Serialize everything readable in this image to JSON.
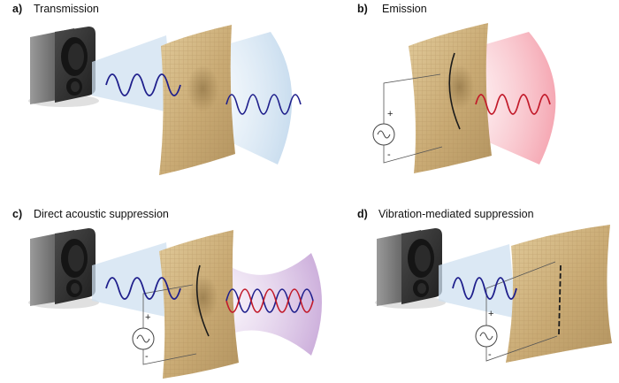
{
  "panels": [
    {
      "letter": "a)",
      "title": "Transmission"
    },
    {
      "letter": "b)",
      "title": "Emission"
    },
    {
      "letter": "c)",
      "title": "Direct acoustic suppression"
    },
    {
      "letter": "d)",
      "title": "Vibration-mediated suppression"
    }
  ],
  "symbols": {
    "plus": "+",
    "minus": "-"
  },
  "colors": {
    "incident_wave": "#1f1f8c",
    "emitted_wave": "#c21a2a",
    "transmitted_lobe": "#c7dcef",
    "emitted_lobe": "#f6a4ae",
    "suppression_lobe": "#c9a6d6",
    "fabric": "#cdb07c",
    "speaker": "#3c3c3c"
  },
  "icons": [
    "speaker-icon",
    "fabric-icon",
    "ac-source-icon",
    "sound-wave-icon",
    "sound-cone-icon"
  ]
}
